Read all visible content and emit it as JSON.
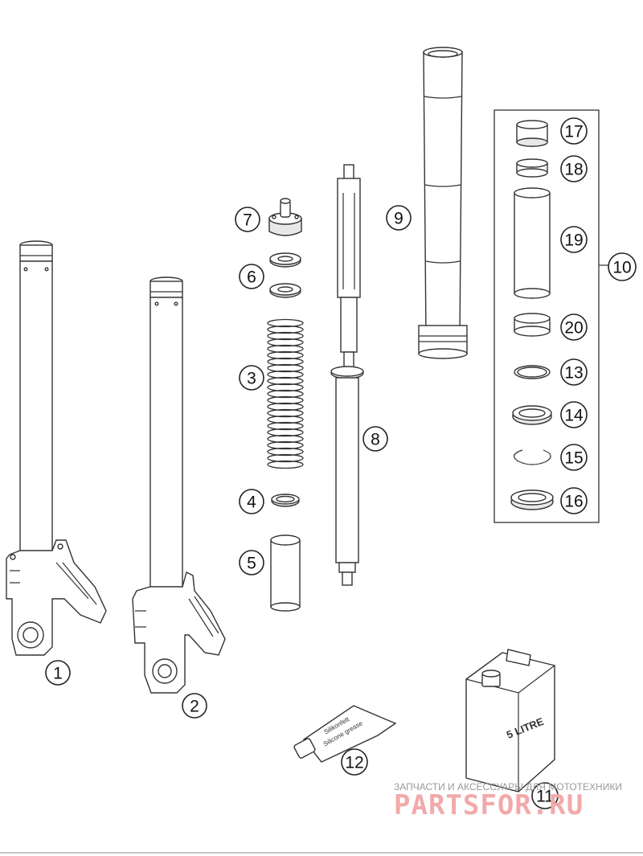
{
  "callouts": [
    {
      "id": "1",
      "label": "1"
    },
    {
      "id": "2",
      "label": "2"
    },
    {
      "id": "3",
      "label": "3"
    },
    {
      "id": "4",
      "label": "4"
    },
    {
      "id": "5",
      "label": "5"
    },
    {
      "id": "6",
      "label": "6"
    },
    {
      "id": "7",
      "label": "7"
    },
    {
      "id": "8",
      "label": "8"
    },
    {
      "id": "9",
      "label": "9"
    },
    {
      "id": "10",
      "label": "10"
    },
    {
      "id": "11",
      "label": "11"
    },
    {
      "id": "12",
      "label": "12"
    },
    {
      "id": "13",
      "label": "13"
    },
    {
      "id": "14",
      "label": "14"
    },
    {
      "id": "15",
      "label": "15"
    },
    {
      "id": "16",
      "label": "16"
    },
    {
      "id": "17",
      "label": "17"
    },
    {
      "id": "18",
      "label": "18"
    },
    {
      "id": "19",
      "label": "19"
    },
    {
      "id": "20",
      "label": "20"
    }
  ],
  "oil_can_label": "5 LITRE",
  "grease_tube": {
    "line1": "Silikonfett",
    "line2": "Silicone grease"
  },
  "watermark": {
    "caption": "ЗАПЧАСТИ И АКСЕССУАРЫ ДЛЯ МОТОТЕХНИКИ",
    "logo": "PARTSFOR.RU"
  }
}
